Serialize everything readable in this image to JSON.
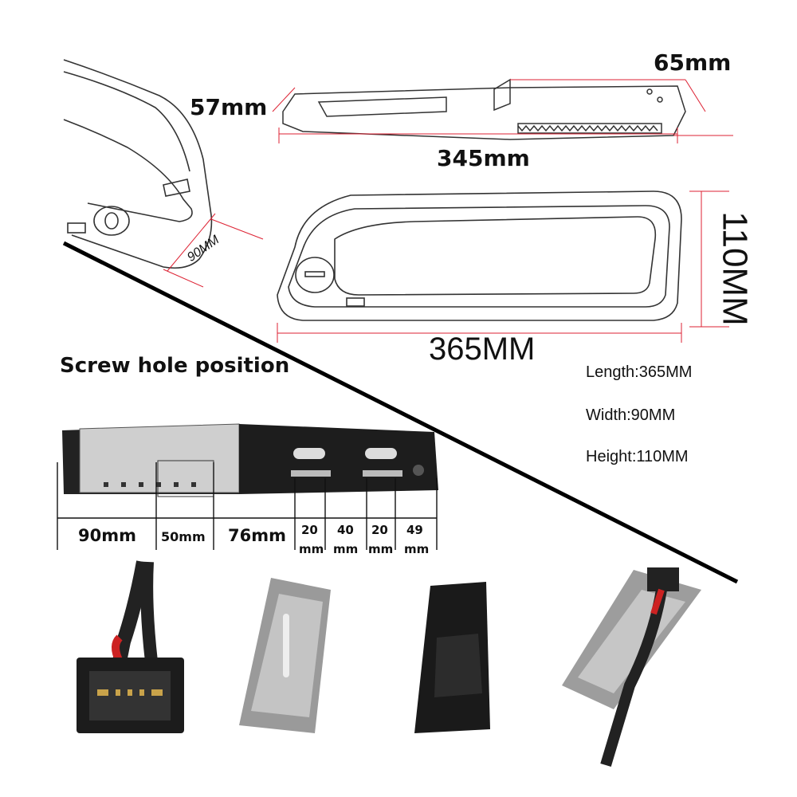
{
  "top_dimensions": {
    "width_top": "65mm",
    "rail_width": "57mm",
    "rail_length": "345mm",
    "width_side": "90MM",
    "height": "110MM",
    "length": "365MM"
  },
  "screw_section": {
    "title": "Screw hole position",
    "segments": [
      {
        "value": "90mm"
      },
      {
        "value": "50mm"
      },
      {
        "value": "76mm"
      },
      {
        "value": "20",
        "unit": "mm"
      },
      {
        "value": "40",
        "unit": "mm"
      },
      {
        "value": "20",
        "unit": "mm"
      },
      {
        "value": "49",
        "unit": "mm"
      }
    ]
  },
  "specs": {
    "length": "Length:365MM",
    "width": "Width:90MM",
    "height": "Height:110MM"
  }
}
